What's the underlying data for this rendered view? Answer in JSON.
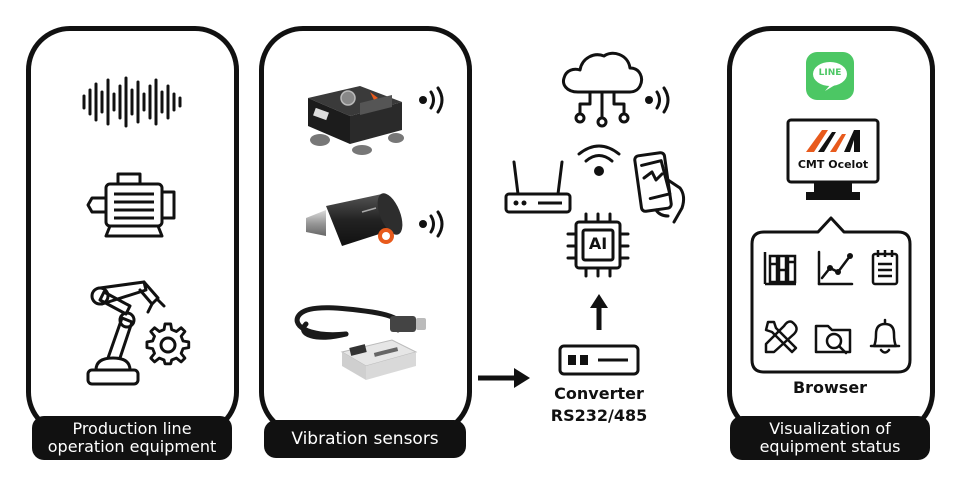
{
  "panels": {
    "production": {
      "label_line1": "Production line",
      "label_line2": "operation equipment",
      "icons": [
        "sound-wave-icon",
        "electric-motor-icon",
        "robot-arm-icon",
        "gear-icon"
      ]
    },
    "sensors": {
      "label": "Vibration sensors",
      "icons": [
        "square-sensor-image",
        "cylindrical-sensor-image",
        "cabled-sensor-image",
        "wireless-signal-icon"
      ]
    },
    "network": {
      "converter_title": "Converter",
      "converter_subtitle": "RS232/485",
      "chip_label": "AI",
      "icons": [
        "cloud-icon",
        "wifi-icon",
        "router-icon",
        "smartphone-icon",
        "ai-chip-icon",
        "converter-device-icon",
        "arrow-up-icon",
        "arrow-right-icon"
      ]
    },
    "visualization": {
      "label_line1": "Visualization of",
      "label_line2": "equipment status",
      "app_badge": "LINE",
      "monitor_brand": "CMT Ocelot",
      "browser_label": "Browser",
      "icons": [
        "bar-chart-icon",
        "line-chart-icon",
        "notepad-icon",
        "tools-icon",
        "folder-search-icon",
        "bell-icon"
      ]
    }
  },
  "colors": {
    "line_green": "#4cc764",
    "brand_orange": "#e85a1c",
    "panel_black": "#111111"
  }
}
